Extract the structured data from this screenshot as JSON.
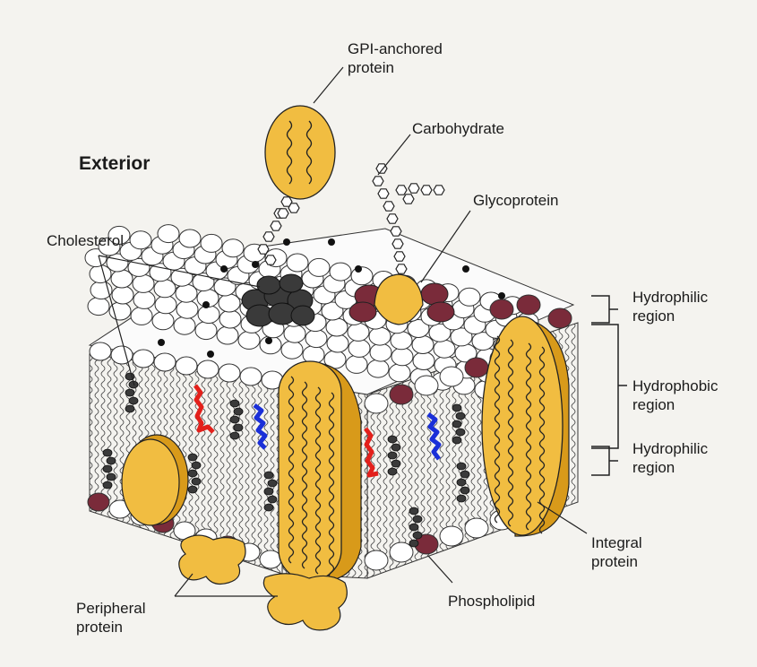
{
  "title": "Exterior",
  "labels": {
    "gpi": "GPI-anchored\nprotein",
    "carbohydrate": "Carbohydrate",
    "glycoprotein": "Glycoprotein",
    "cholesterol": "Cholesterol",
    "hydrophilic_top": "Hydrophilic\nregion",
    "hydrophobic": "Hydrophobic\nregion",
    "hydrophilic_bottom": "Hydrophilic\nregion",
    "integral": "Integral\nprotein",
    "phospholipid": "Phospholipid",
    "peripheral": "Peripheral\nprotein"
  },
  "colors": {
    "protein": "#f1bd41",
    "protein_dark": "#d89a1a",
    "head": "#ffffff",
    "head_dark": "#7a2b3a",
    "cholesterol": "#3a3a3a",
    "glycolipid_red": "#e3201b",
    "glycolipid_blue": "#1a2fd8"
  }
}
